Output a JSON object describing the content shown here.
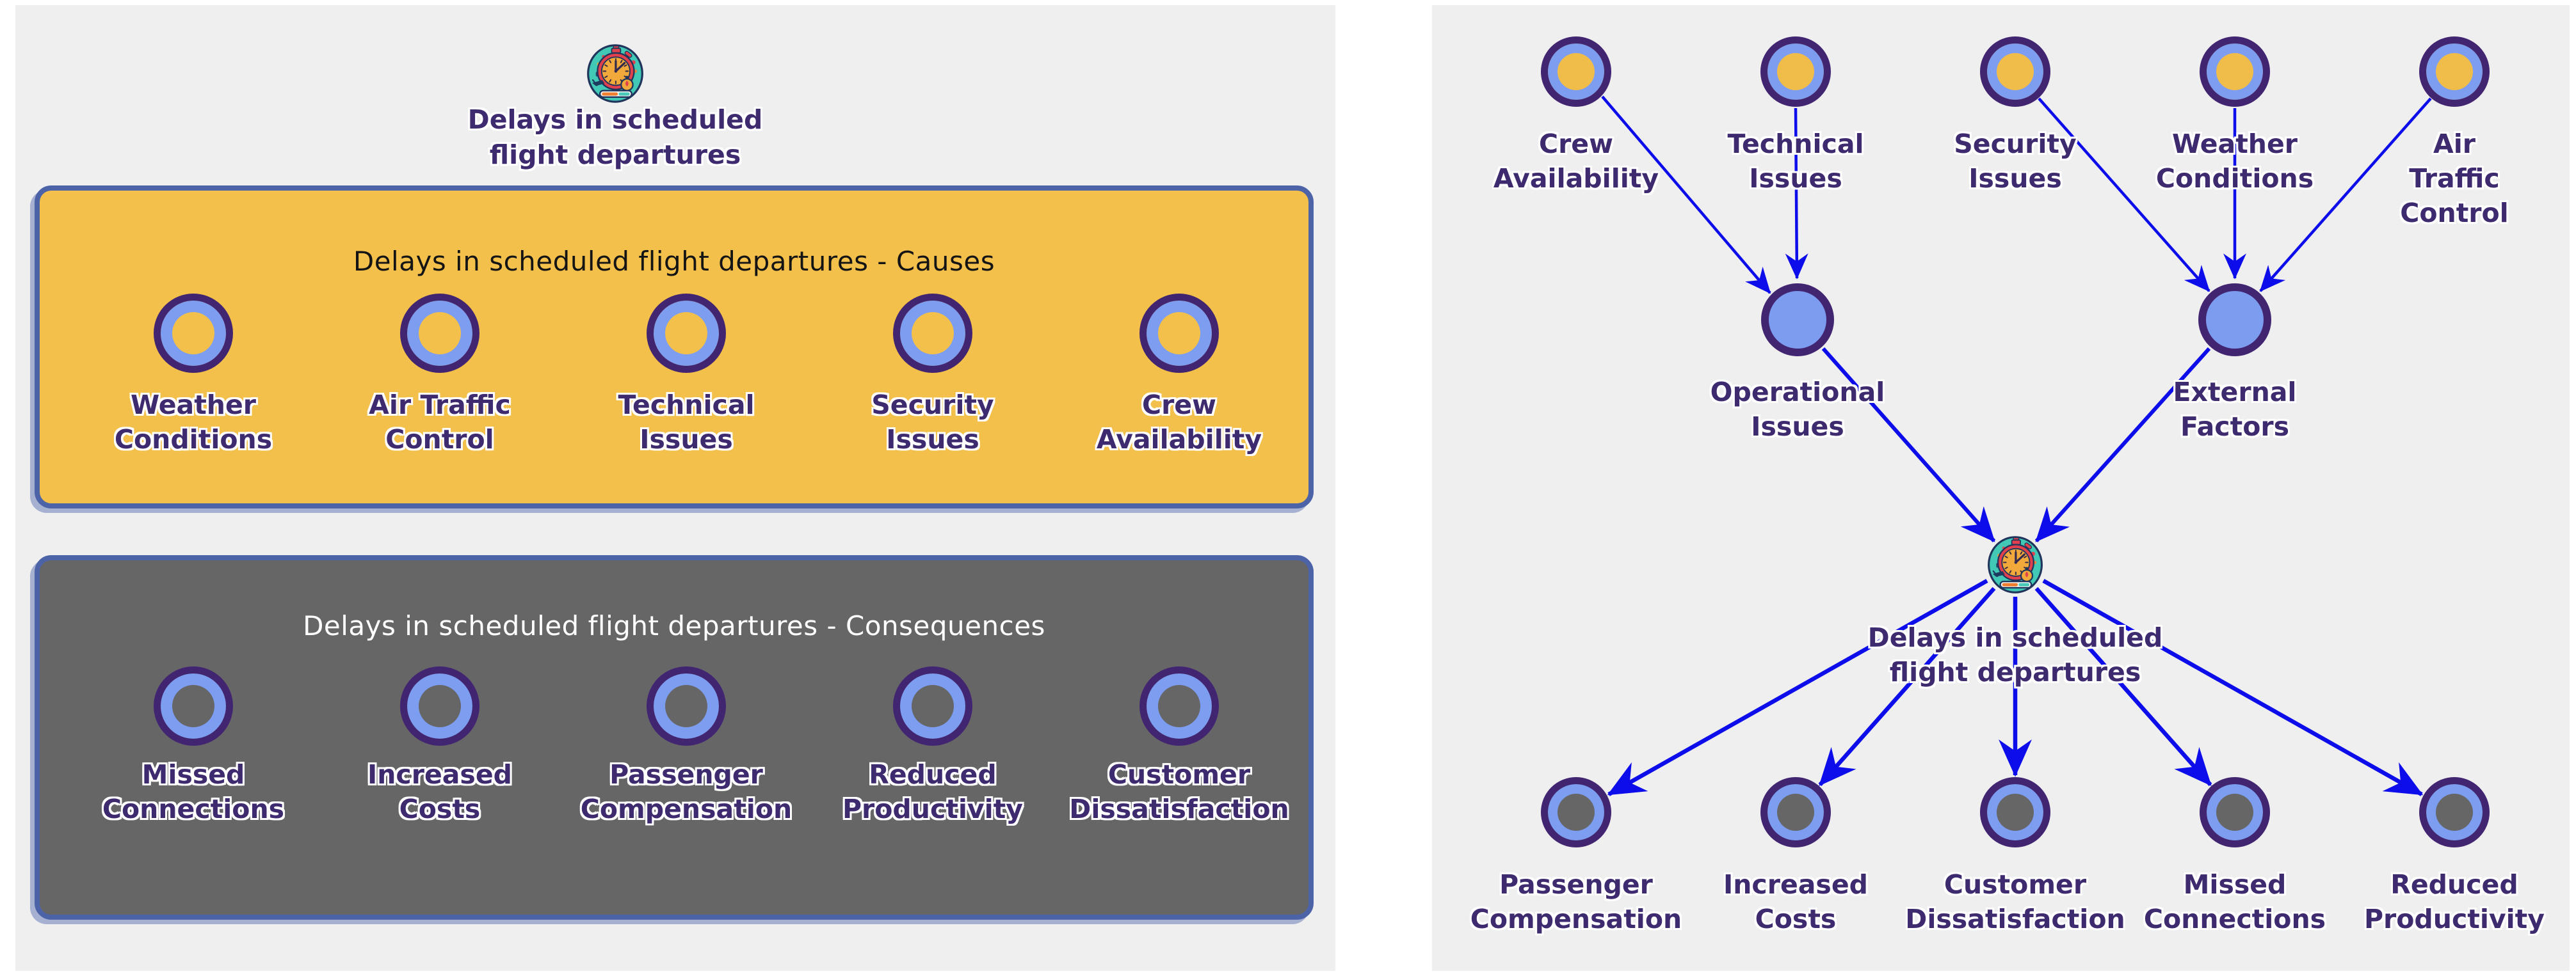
{
  "app": {
    "background": "#ffffff",
    "panel_background": "#efeff0"
  },
  "colors": {
    "edge_blue": "#0d0deb",
    "node_border_purple": "#422571",
    "node_ring_blue": "#7d9df1",
    "node_core_yellow": "#f0bd4a",
    "node_core_gray": "#666667",
    "node_fill_blue": "#7c9cef",
    "box_border_blue": "#4d63a8",
    "causes_box_fill": "#f2c04b",
    "consequences_box_fill": "#666667",
    "label_purple": "#3e2a6e",
    "icon_teal": "#41c9b6"
  },
  "icons": {
    "root": "stopwatch-flight-delay-icon"
  },
  "left_panel": {
    "root_label": "Delays in scheduled\nflight departures",
    "causes_box": {
      "title": "Delays in scheduled flight departures - Causes",
      "nodes": [
        {
          "label": "Weather\nConditions"
        },
        {
          "label": "Air Traffic\nControl"
        },
        {
          "label": "Technical\nIssues"
        },
        {
          "label": "Security\nIssues"
        },
        {
          "label": "Crew\nAvailability"
        }
      ]
    },
    "consequences_box": {
      "title": "Delays in scheduled flight departures - Consequences",
      "nodes": [
        {
          "label": "Missed\nConnections"
        },
        {
          "label": "Increased\nCosts"
        },
        {
          "label": "Passenger\nCompensation"
        },
        {
          "label": "Reduced\nProductivity"
        },
        {
          "label": "Customer\nDissatisfaction"
        }
      ]
    }
  },
  "right_panel": {
    "top_nodes": [
      {
        "label": "Crew\nAvailability"
      },
      {
        "label": "Technical\nIssues"
      },
      {
        "label": "Security\nIssues"
      },
      {
        "label": "Weather\nConditions"
      },
      {
        "label": "Air Traffic\nControl"
      }
    ],
    "mid_nodes": [
      {
        "label": "Operational\nIssues"
      },
      {
        "label": "External\nFactors"
      }
    ],
    "root_label": "Delays in scheduled\nflight departures",
    "bottom_nodes": [
      {
        "label": "Passenger\nCompensation"
      },
      {
        "label": "Increased\nCosts"
      },
      {
        "label": "Customer\nDissatisfaction"
      },
      {
        "label": "Missed\nConnections"
      },
      {
        "label": "Reduced\nProductivity"
      }
    ],
    "edges": [
      {
        "from": "Crew Availability",
        "to": "Operational Issues"
      },
      {
        "from": "Technical Issues",
        "to": "Operational Issues"
      },
      {
        "from": "Security Issues",
        "to": "External Factors"
      },
      {
        "from": "Weather Conditions",
        "to": "External Factors"
      },
      {
        "from": "Air Traffic Control",
        "to": "External Factors"
      },
      {
        "from": "Operational Issues",
        "to": "Delays in scheduled flight departures"
      },
      {
        "from": "External Factors",
        "to": "Delays in scheduled flight departures"
      },
      {
        "from": "Delays in scheduled flight departures",
        "to": "Passenger Compensation"
      },
      {
        "from": "Delays in scheduled flight departures",
        "to": "Increased Costs"
      },
      {
        "from": "Delays in scheduled flight departures",
        "to": "Customer Dissatisfaction"
      },
      {
        "from": "Delays in scheduled flight departures",
        "to": "Missed Connections"
      },
      {
        "from": "Delays in scheduled flight departures",
        "to": "Reduced Productivity"
      }
    ]
  }
}
